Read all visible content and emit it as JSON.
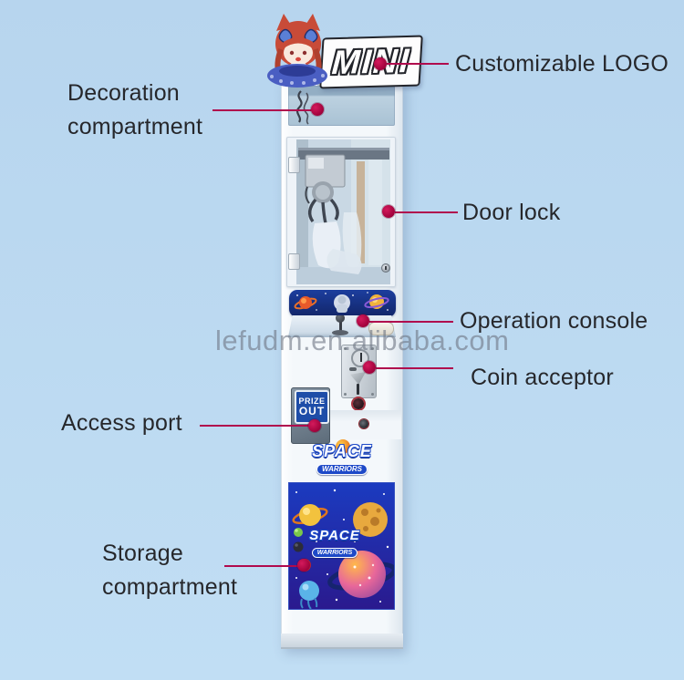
{
  "colors": {
    "accent": "#b00a4d",
    "bg-top": "#b7d5ee",
    "bg-bottom": "#c1def4",
    "label": "#26272b",
    "watermark": "#6e7684",
    "sign-blue": "#1e4da8",
    "sticker-blue": "#1c38b4"
  },
  "watermark": {
    "text": "lefudm.en.alibaba.com"
  },
  "callouts": {
    "customizable_logo": {
      "label": "Customizable LOGO"
    },
    "decoration_compartment": {
      "line1": "Decoration",
      "line2": "compartment"
    },
    "door_lock": {
      "label": "Door lock"
    },
    "operation_console": {
      "label": "Operation console"
    },
    "coin_acceptor": {
      "label": "Coin acceptor"
    },
    "access_port": {
      "label": "Access port"
    },
    "storage_compartment": {
      "line1": "Storage",
      "line2": "compartment"
    }
  },
  "machine": {
    "topper_logo": "MINI",
    "prize_out": {
      "line1": "PRIZE",
      "line2": "OUT"
    },
    "band_logo": {
      "line1": "SPACE",
      "line2": "WARRIORS"
    },
    "sticker_logo": {
      "line1": "SPACE",
      "line2": "WARRIORS"
    }
  }
}
